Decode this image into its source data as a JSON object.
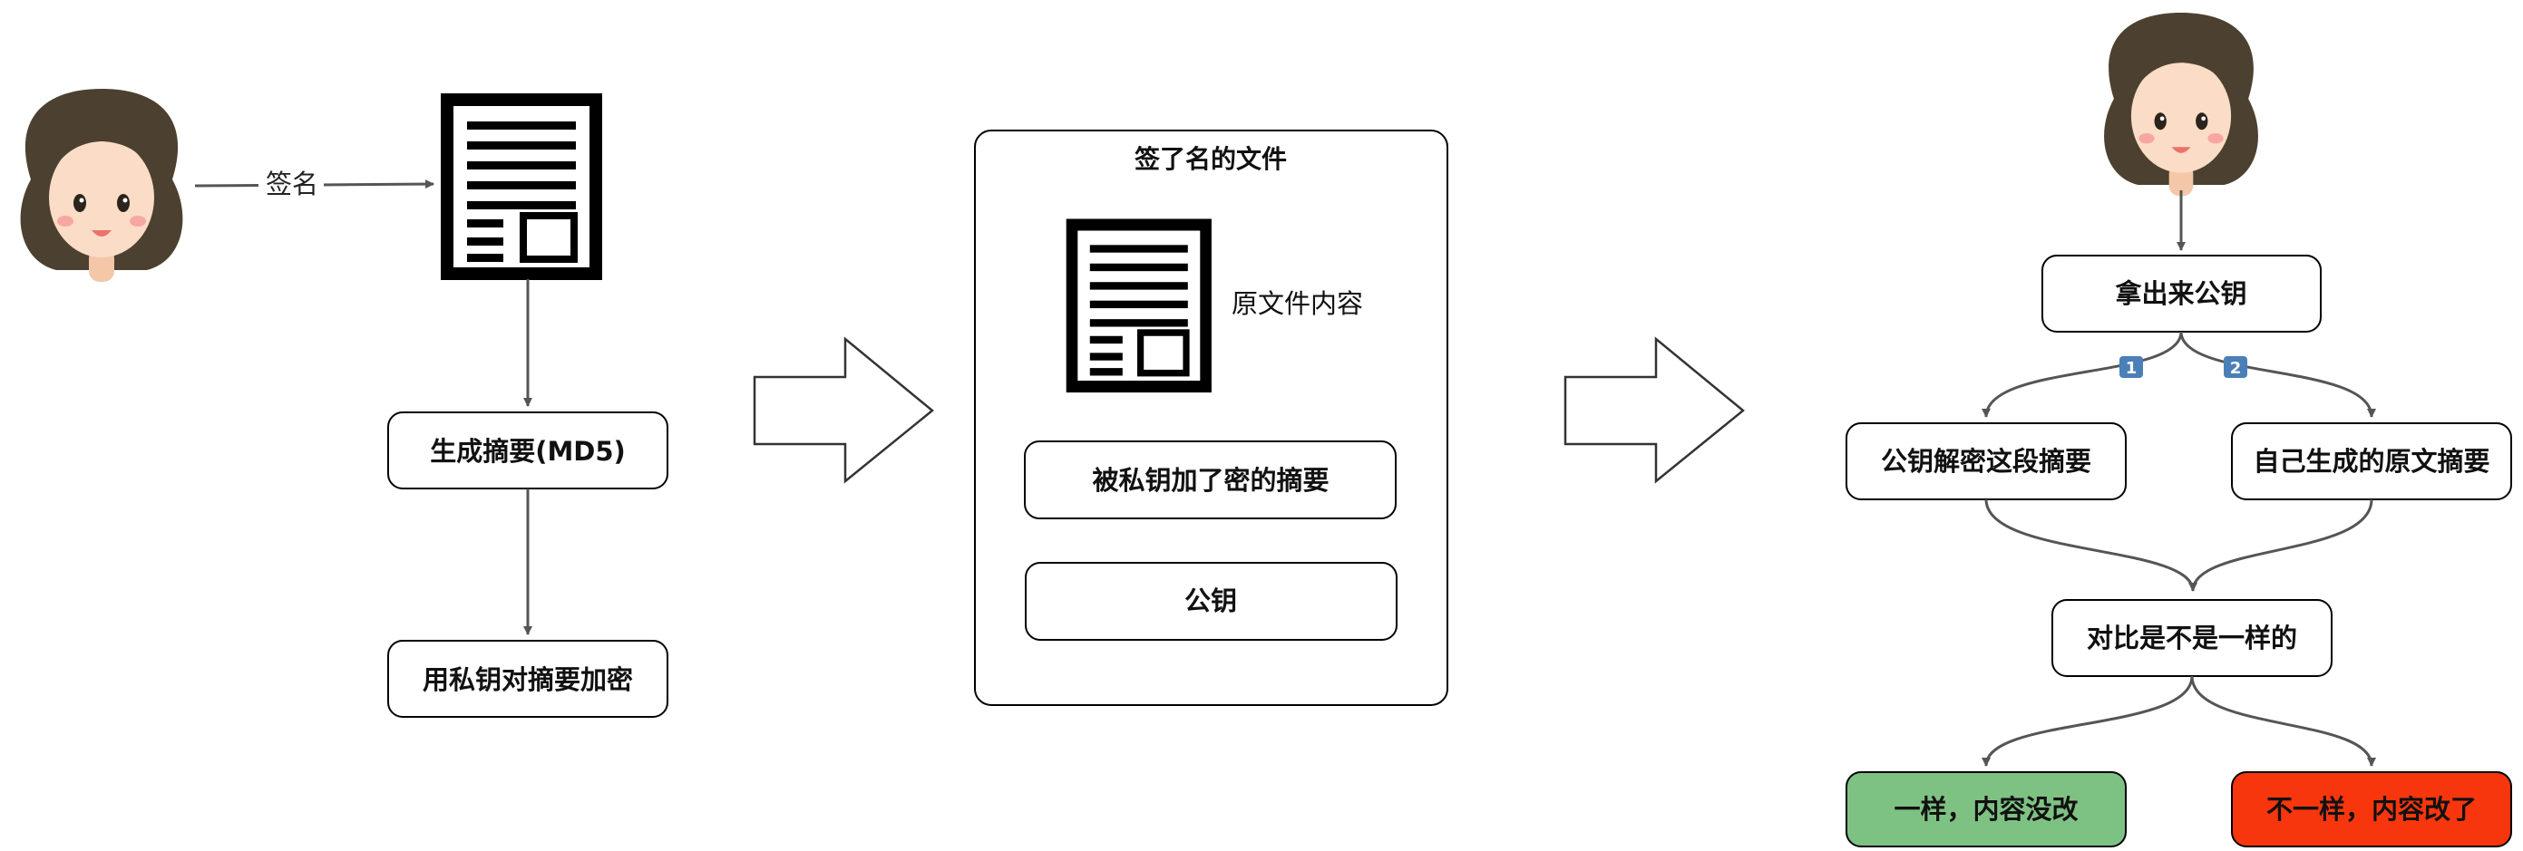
{
  "left": {
    "sign_label": "签名",
    "box_digest": "生成摘要(MD5)",
    "box_encrypt": "用私钥对摘要加密"
  },
  "middle": {
    "container_title": "签了名的文件",
    "doc_label": "原文件内容",
    "box_encrypted_digest": "被私钥加了密的摘要",
    "box_public_key": "公钥"
  },
  "right": {
    "box_get_key": "拿出来公钥",
    "badge_1": "1",
    "badge_2": "2",
    "box_decrypt": "公钥解密这段摘要",
    "box_own_digest": "自己生成的原文摘要",
    "box_compare": "对比是不是一样的",
    "box_same": "一样，内容没改",
    "box_different": "不一样，内容改了"
  },
  "colors": {
    "same_fill": "#7ec283",
    "different_fill": "#f8360e",
    "stroke": "#000000",
    "connector": "#555555",
    "badge": "#4a7fb8"
  }
}
